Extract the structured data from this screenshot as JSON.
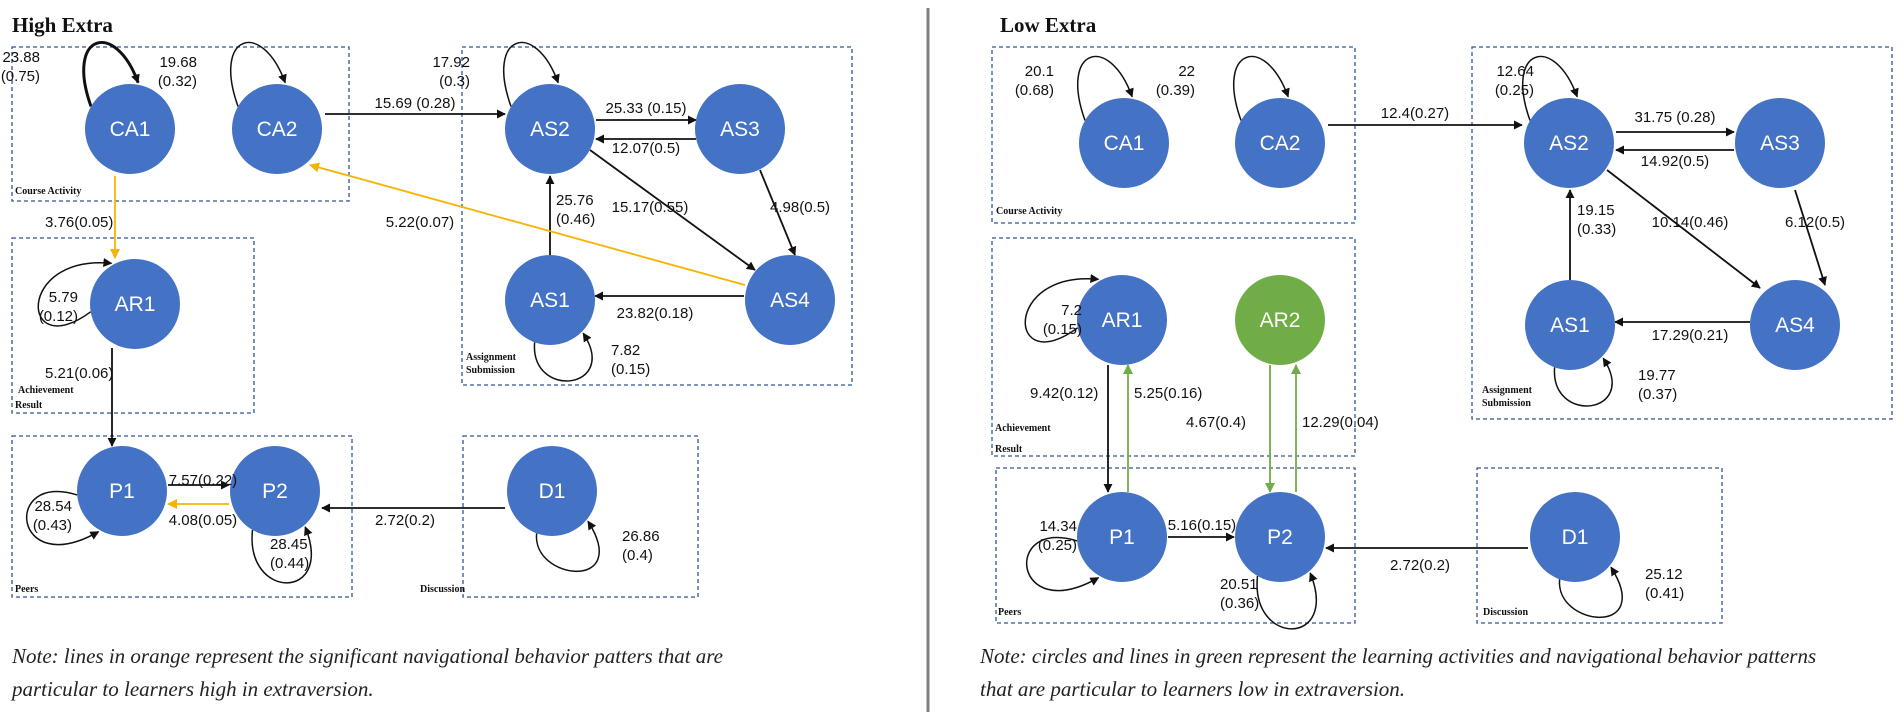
{
  "colors": {
    "node": "#4472c4",
    "special_node": "#70ad47",
    "black_edge": "#111111",
    "orange_edge": "#f5b400",
    "green_edge": "#70ad47",
    "box_border": "#2f5597",
    "divider": "#7f7f7f"
  },
  "panels": [
    {
      "id": "high",
      "title": "High Extra",
      "note": "Note: lines in orange represent the significant navigational behavior patters that are particular to learners high in extraversion.",
      "groups": [
        {
          "id": "course",
          "label": "Course Activity"
        },
        {
          "id": "achievement",
          "label": "Achievement",
          "label2": "Result"
        },
        {
          "id": "assignment",
          "label": "Assignment",
          "label2": "Submission"
        },
        {
          "id": "peers",
          "label": "Peers"
        },
        {
          "id": "discussion",
          "label": "Discussion"
        }
      ],
      "nodes": [
        {
          "id": "CA1",
          "label": "CA1",
          "type": "normal"
        },
        {
          "id": "CA2",
          "label": "CA2",
          "type": "normal"
        },
        {
          "id": "AS2",
          "label": "AS2",
          "type": "normal"
        },
        {
          "id": "AS3",
          "label": "AS3",
          "type": "normal"
        },
        {
          "id": "AS1",
          "label": "AS1",
          "type": "normal"
        },
        {
          "id": "AS4",
          "label": "AS4",
          "type": "normal"
        },
        {
          "id": "AR1",
          "label": "AR1",
          "type": "normal"
        },
        {
          "id": "P1",
          "label": "P1",
          "type": "normal"
        },
        {
          "id": "P2",
          "label": "P2",
          "type": "normal"
        },
        {
          "id": "D1",
          "label": "D1",
          "type": "normal"
        }
      ],
      "edges": [
        {
          "from": "CA1",
          "to": "CA1",
          "label": "23.88\n(0.75)",
          "color": "black",
          "bold": true
        },
        {
          "from": "CA2",
          "to": "CA2",
          "label": "19.68\n(0.32)",
          "color": "black"
        },
        {
          "from": "CA2",
          "to": "AS2",
          "label": "15.69 (0.28)",
          "color": "black"
        },
        {
          "from": "AS2",
          "to": "AS2",
          "label": "17.92\n(0.3)",
          "color": "black"
        },
        {
          "from": "AS2",
          "to": "AS3",
          "label": "25.33 (0.15)",
          "color": "black"
        },
        {
          "from": "AS3",
          "to": "AS2",
          "label": "12.07(0.5)",
          "color": "black"
        },
        {
          "from": "AS1",
          "to": "AS2",
          "label": "25.76\n(0.46)",
          "color": "black"
        },
        {
          "from": "AS2",
          "to": "AS4",
          "label": "15.17(0.55)",
          "color": "black"
        },
        {
          "from": "AS3",
          "to": "AS4",
          "label": "4.98(0.5)",
          "color": "black"
        },
        {
          "from": "AS4",
          "to": "AS1",
          "label": "23.82(0.18)",
          "color": "black"
        },
        {
          "from": "AS1",
          "to": "AS1",
          "label": "7.82\n(0.15)",
          "color": "black"
        },
        {
          "from": "AS4",
          "to": "CA2",
          "label": "5.22(0.07)",
          "color": "orange"
        },
        {
          "from": "CA1",
          "to": "AR1",
          "label": "3.76(0.05)",
          "color": "orange"
        },
        {
          "from": "AR1",
          "to": "AR1",
          "label": "5.79\n(0.12)",
          "color": "black"
        },
        {
          "from": "AR1",
          "to": "P1",
          "label": "5.21(0.06)",
          "color": "black"
        },
        {
          "from": "P1",
          "to": "P1",
          "label": "28.54\n(0.43)",
          "color": "black"
        },
        {
          "from": "P1",
          "to": "P2",
          "label": "7.57(0.22)",
          "color": "black"
        },
        {
          "from": "P2",
          "to": "P1",
          "label": "4.08(0.05)",
          "color": "orange"
        },
        {
          "from": "P2",
          "to": "P2",
          "label": "28.45\n(0.44)",
          "color": "black"
        },
        {
          "from": "D1",
          "to": "P2",
          "label": "2.72(0.2)",
          "color": "black"
        },
        {
          "from": "D1",
          "to": "D1",
          "label": "26.86\n(0.4)",
          "color": "black"
        }
      ]
    },
    {
      "id": "low",
      "title": "Low Extra",
      "note": "Note: circles and lines in green represent the learning activities and navigational behavior patterns that are particular to learners low in extraversion.",
      "groups": [
        {
          "id": "course",
          "label": "Course Activity"
        },
        {
          "id": "achievement",
          "label": "Achievement",
          "label2": "Result"
        },
        {
          "id": "assignment",
          "label": "Assignment",
          "label2": "Submission"
        },
        {
          "id": "peers",
          "label": "Peers"
        },
        {
          "id": "discussion",
          "label": "Discussion"
        }
      ],
      "nodes": [
        {
          "id": "CA1",
          "label": "CA1",
          "type": "normal"
        },
        {
          "id": "CA2",
          "label": "CA2",
          "type": "normal"
        },
        {
          "id": "AS2",
          "label": "AS2",
          "type": "normal"
        },
        {
          "id": "AS3",
          "label": "AS3",
          "type": "normal"
        },
        {
          "id": "AS1",
          "label": "AS1",
          "type": "normal"
        },
        {
          "id": "AS4",
          "label": "AS4",
          "type": "normal"
        },
        {
          "id": "AR1",
          "label": "AR1",
          "type": "normal"
        },
        {
          "id": "AR2",
          "label": "AR2",
          "type": "special"
        },
        {
          "id": "P1",
          "label": "P1",
          "type": "normal"
        },
        {
          "id": "P2",
          "label": "P2",
          "type": "normal"
        },
        {
          "id": "D1",
          "label": "D1",
          "type": "normal"
        }
      ],
      "edges": [
        {
          "from": "CA1",
          "to": "CA1",
          "label": "20.1\n(0.68)",
          "color": "black"
        },
        {
          "from": "CA2",
          "to": "CA2",
          "label": "22\n(0.39)",
          "color": "black"
        },
        {
          "from": "CA2",
          "to": "AS2",
          "label": "12.4(0.27)",
          "color": "black"
        },
        {
          "from": "AS2",
          "to": "AS2",
          "label": "12.64\n(0.25)",
          "color": "black"
        },
        {
          "from": "AS2",
          "to": "AS3",
          "label": "31.75 (0.28)",
          "color": "black"
        },
        {
          "from": "AS3",
          "to": "AS2",
          "label": "14.92(0.5)",
          "color": "black"
        },
        {
          "from": "AS1",
          "to": "AS2",
          "label": "19.15\n(0.33)",
          "color": "black"
        },
        {
          "from": "AS2",
          "to": "AS4",
          "label": "10.14(0.46)",
          "color": "black"
        },
        {
          "from": "AS3",
          "to": "AS4",
          "label": "6.12(0.5)",
          "color": "black"
        },
        {
          "from": "AS4",
          "to": "AS1",
          "label": "17.29(0.21)",
          "color": "black"
        },
        {
          "from": "AS1",
          "to": "AS1",
          "label": "19.77\n(0.37)",
          "color": "black"
        },
        {
          "from": "AR1",
          "to": "AR1",
          "label": "7.2\n(0.15)",
          "color": "black"
        },
        {
          "from": "AR1",
          "to": "P1",
          "label": "9.42(0.12)",
          "color": "black"
        },
        {
          "from": "P1",
          "to": "AR1",
          "label": "5.25(0.16)",
          "color": "green"
        },
        {
          "from": "AR2",
          "to": "P2",
          "label": "4.67(0.4)",
          "color": "green"
        },
        {
          "from": "P2",
          "to": "AR2",
          "label": "12.29(0.04)",
          "color": "green"
        },
        {
          "from": "P1",
          "to": "P1",
          "label": "14.34\n(0.25)",
          "color": "black"
        },
        {
          "from": "P1",
          "to": "P2",
          "label": "5.16(0.15)",
          "color": "black"
        },
        {
          "from": "P2",
          "to": "P2",
          "label": "20.51\n(0.36)",
          "color": "black"
        },
        {
          "from": "D1",
          "to": "P2",
          "label": "2.72(0.2)",
          "color": "black"
        },
        {
          "from": "D1",
          "to": "D1",
          "label": "25.12\n(0.41)",
          "color": "black"
        }
      ]
    }
  ]
}
